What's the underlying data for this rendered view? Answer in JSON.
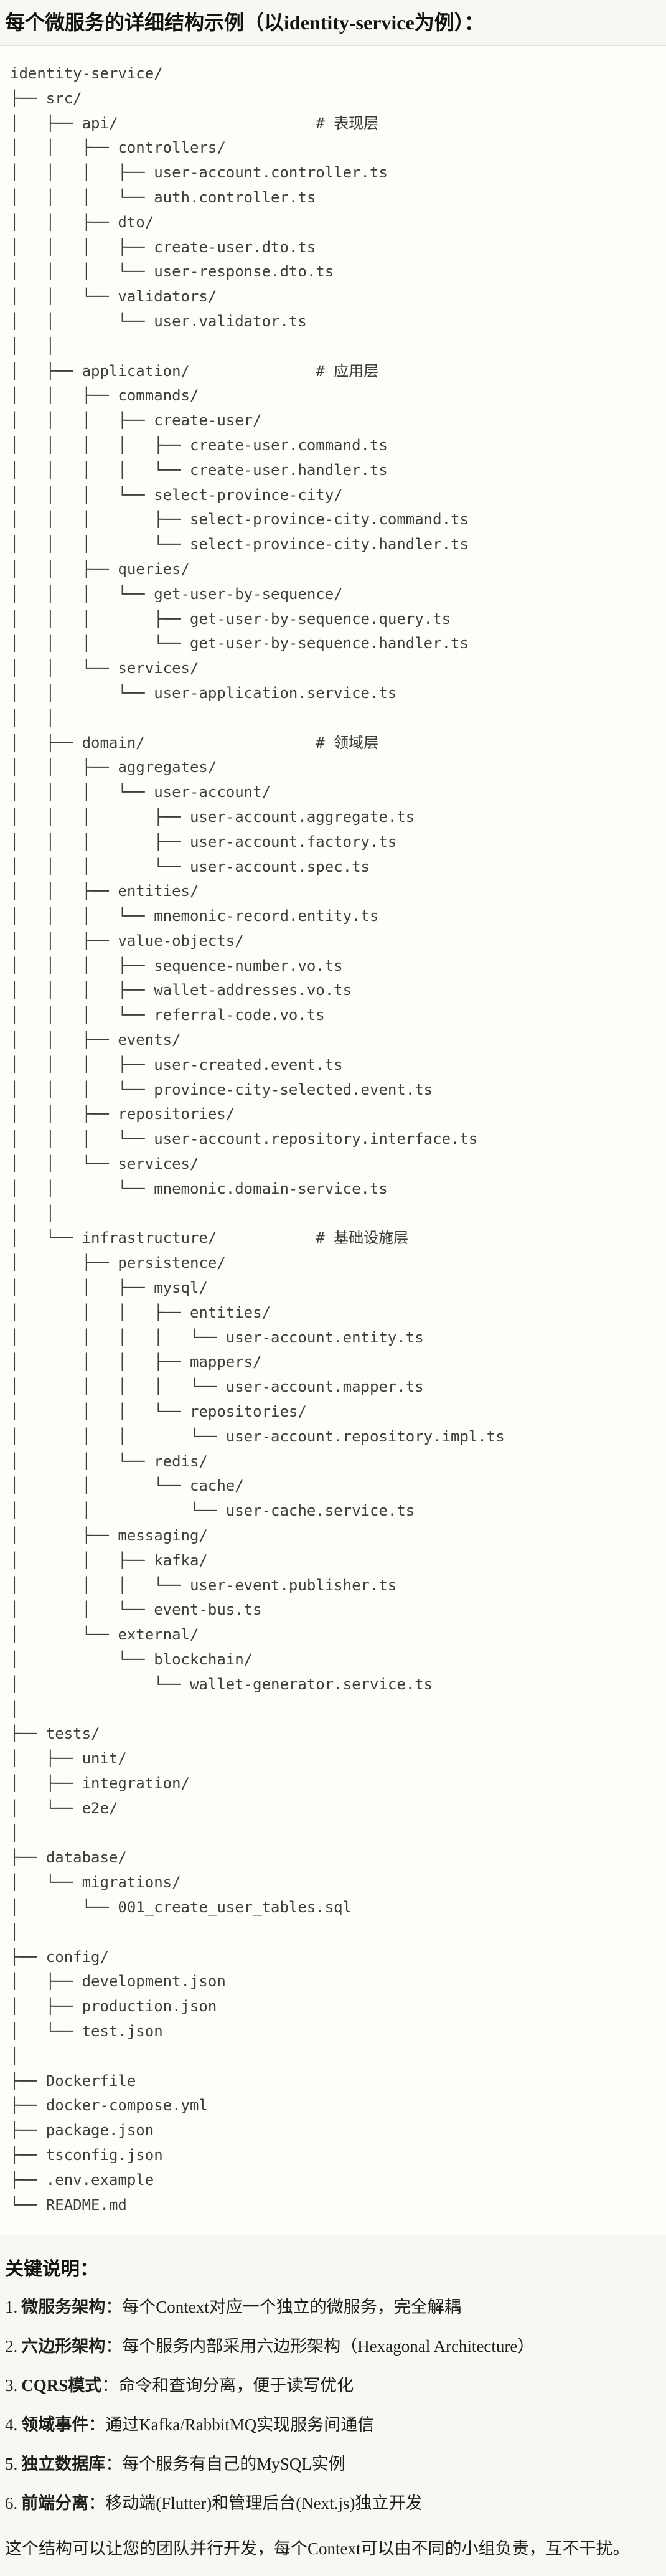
{
  "title": "每个微服务的详细结构示例（以identity-service为例）：",
  "tree": {
    "lines": [
      "identity-service/",
      "├── src/",
      "│   ├── api/                      # 表现层",
      "│   │   ├── controllers/",
      "│   │   │   ├── user-account.controller.ts",
      "│   │   │   └── auth.controller.ts",
      "│   │   ├── dto/",
      "│   │   │   ├── create-user.dto.ts",
      "│   │   │   └── user-response.dto.ts",
      "│   │   └── validators/",
      "│   │       └── user.validator.ts",
      "│   │",
      "│   ├── application/              # 应用层",
      "│   │   ├── commands/",
      "│   │   │   ├── create-user/",
      "│   │   │   │   ├── create-user.command.ts",
      "│   │   │   │   └── create-user.handler.ts",
      "│   │   │   └── select-province-city/",
      "│   │   │       ├── select-province-city.command.ts",
      "│   │   │       └── select-province-city.handler.ts",
      "│   │   ├── queries/",
      "│   │   │   └── get-user-by-sequence/",
      "│   │   │       ├── get-user-by-sequence.query.ts",
      "│   │   │       └── get-user-by-sequence.handler.ts",
      "│   │   └── services/",
      "│   │       └── user-application.service.ts",
      "│   │",
      "│   ├── domain/                   # 领域层",
      "│   │   ├── aggregates/",
      "│   │   │   └── user-account/",
      "│   │   │       ├── user-account.aggregate.ts",
      "│   │   │       ├── user-account.factory.ts",
      "│   │   │       └── user-account.spec.ts",
      "│   │   ├── entities/",
      "│   │   │   └── mnemonic-record.entity.ts",
      "│   │   ├── value-objects/",
      "│   │   │   ├── sequence-number.vo.ts",
      "│   │   │   ├── wallet-addresses.vo.ts",
      "│   │   │   └── referral-code.vo.ts",
      "│   │   ├── events/",
      "│   │   │   ├── user-created.event.ts",
      "│   │   │   └── province-city-selected.event.ts",
      "│   │   ├── repositories/",
      "│   │   │   └── user-account.repository.interface.ts",
      "│   │   └── services/",
      "│   │       └── mnemonic.domain-service.ts",
      "│   │",
      "│   └── infrastructure/           # 基础设施层",
      "│       ├── persistence/",
      "│       │   ├── mysql/",
      "│       │   │   ├── entities/",
      "│       │   │   │   └── user-account.entity.ts",
      "│       │   │   ├── mappers/",
      "│       │   │   │   └── user-account.mapper.ts",
      "│       │   │   └── repositories/",
      "│       │   │       └── user-account.repository.impl.ts",
      "│       │   └── redis/",
      "│       │       └── cache/",
      "│       │           └── user-cache.service.ts",
      "│       ├── messaging/",
      "│       │   ├── kafka/",
      "│       │   │   └── user-event.publisher.ts",
      "│       │   └── event-bus.ts",
      "│       └── external/",
      "│           └── blockchain/",
      "│               └── wallet-generator.service.ts",
      "│",
      "├── tests/",
      "│   ├── unit/",
      "│   ├── integration/",
      "│   └── e2e/",
      "│",
      "├── database/",
      "│   └── migrations/",
      "│       └── 001_create_user_tables.sql",
      "│",
      "├── config/",
      "│   ├── development.json",
      "│   ├── production.json",
      "│   └── test.json",
      "│",
      "├── Dockerfile",
      "├── docker-compose.yml",
      "├── package.json",
      "├── tsconfig.json",
      "├── .env.example",
      "└── README.md"
    ]
  },
  "notes": {
    "heading": "关键说明：",
    "items": [
      {
        "marker": "1.",
        "label": "微服务架构",
        "sep": "：",
        "text": "每个Context对应一个独立的微服务，完全解耦"
      },
      {
        "marker": "2.",
        "label": "六边形架构",
        "sep": "：",
        "text": "每个服务内部采用六边形架构（Hexagonal Architecture）"
      },
      {
        "marker": "3.",
        "label": "CQRS模式",
        "sep": "：",
        "text": "命令和查询分离，便于读写优化"
      },
      {
        "marker": "4.",
        "label": "领域事件",
        "sep": "：",
        "text": "通过Kafka/RabbitMQ实现服务间通信"
      },
      {
        "marker": "5.",
        "label": "独立数据库",
        "sep": "：",
        "text": "每个服务有自己的MySQL实例"
      },
      {
        "marker": "6.",
        "label": "前端分离",
        "sep": "：",
        "text": "移动端(Flutter)和管理后台(Next.js)独立开发"
      }
    ]
  },
  "footer": "这个结构可以让您的团队并行开发，每个Context可以由不同的小组负责，互不干扰。"
}
